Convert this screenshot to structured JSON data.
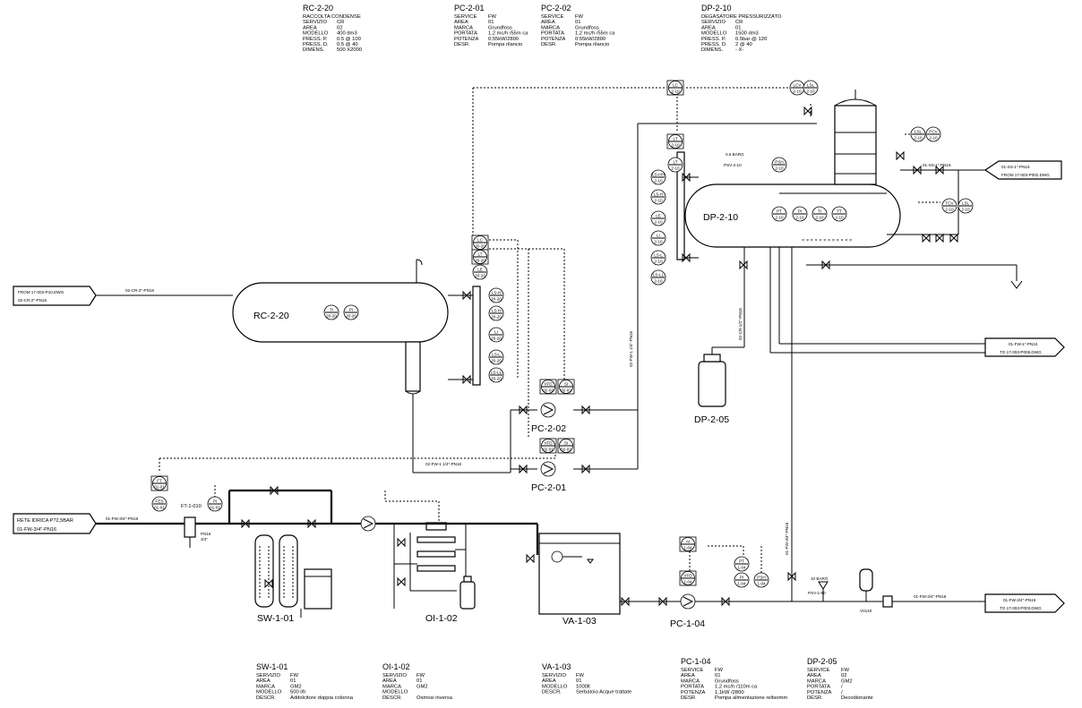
{
  "vessels": {
    "rc220": "RC-2-20",
    "dp210": "DP-2-10",
    "dp205": "DP-2-05",
    "sw101": "SW-1-01",
    "oi102": "OI-1-02",
    "va103": "VA-1-03",
    "pc202": "PC-2-02",
    "pc201": "PC-2-01",
    "pc104": "PC-1-04"
  },
  "instruments": {
    "rc_ti": [
      "TI",
      "20-20"
    ],
    "rc_pi": [
      "PI",
      "20-20"
    ],
    "rc_lc": [
      "LC",
      "20-20"
    ],
    "rc_lt": [
      "LT",
      "20-20"
    ],
    "rc_le": [
      "LE",
      "20-20"
    ],
    "rc_ls1": [
      "LS-H",
      "20-20"
    ],
    "rc_ls2": [
      "LS-H",
      "20-20"
    ],
    "rc_li": [
      "LI",
      "20-20"
    ],
    "rc_ls3": [
      "LS-L",
      "20-20"
    ],
    "rc_ls4": [
      "LS-LL",
      "20-20"
    ],
    "dp_lc": [
      "LC",
      "2-10"
    ],
    "dp_lt": [
      "LT",
      "2-10"
    ],
    "dp_lt2": [
      "LT",
      "2-10"
    ],
    "dp_le": [
      "LE",
      "2-10"
    ],
    "dp_lshh": [
      "LS-HH",
      "2-10"
    ],
    "dp_lsh": [
      "LS-H",
      "2-10"
    ],
    "dp_li": [
      "LI",
      "2-10"
    ],
    "dp_lsl": [
      "LS-L",
      "2-10"
    ],
    "dp_lsll": [
      "LS-LL",
      "2-10"
    ],
    "dp_lcv": [
      "LCV",
      "2-10"
    ],
    "dp_lsl2": [
      "LSL",
      "2-10"
    ],
    "dp_pcv": [
      "PCV",
      "2-10"
    ],
    "dp_lsl3": [
      "LSL",
      "2-10"
    ],
    "dp_psh": [
      "PSH",
      "2-10"
    ],
    "dp_pt": [
      "PT",
      "2-10"
    ],
    "dp_pi": [
      "PI",
      "2-10"
    ],
    "dp_ti": [
      "TI",
      "2-10"
    ],
    "dp_tt": [
      "TT",
      "2-10"
    ],
    "dp_tcv": [
      "TCV",
      "2-10"
    ],
    "dp_lsl4": [
      "LSL",
      "2-10"
    ],
    "pc202_vfd": [
      "VFD",
      "02-02"
    ],
    "pc202_si": [
      "SI",
      "02-02"
    ],
    "pc201_vfd": [
      "VFD",
      "02-01"
    ],
    "pc201_si": [
      "SI",
      "02-01"
    ],
    "sw_ft": [
      "FT",
      "01-01"
    ],
    "sw_fes": [
      "FES",
      "01-01"
    ],
    "sw_pi": [
      "PI",
      "01-01"
    ],
    "pc104_vfd": [
      "VFD",
      "1-04"
    ],
    "pc104_ai": [
      "AI",
      "1-04"
    ],
    "pc104_pt": [
      "PT",
      "1-04"
    ],
    "pc104_pi": [
      "PI",
      "1-04"
    ],
    "pc104_psh": [
      "PSH",
      "1-04"
    ]
  },
  "labels": {
    "ft010": "FT-1-010",
    "pn16": "PN16",
    "size34": "3/4\"",
    "psv": "PSV-1-50",
    "setp": "10 BARG",
    "psv2": "PSV-2-10",
    "setp2": "0.5 BARG",
    "v0140": "V0140"
  },
  "lines": {
    "rc_in": "02-CR-2\"-PN16",
    "pc_suction": "02-FW-1 1/4\"-PN16",
    "pc_disch": "02-FW-1 1/4\"-PN16",
    "dp_drain": "02-CR-1/2\"-PN16",
    "supply": "01-FW-3/4\"-PN16",
    "feed_vert": "01-FW-3/4\"-PN16",
    "out_main": "01-FW-3/4\"-PN16",
    "steam": "01-SS-1\"-PN16"
  },
  "offsheet": {
    "from_rc": [
      "FROM 17-003-P10.DWG",
      "02-CR-2\"-PN16"
    ],
    "rete": [
      "RETE IDRICA P?2,5BAR",
      "01-FW-3/4\"-PN16"
    ],
    "steam": [
      "01-SS-1\"-PN16",
      "FROM 17-003-P002.DWG"
    ],
    "fw_out": [
      "01-FW-1\"-PN16",
      "TO 17-003-P006.DWG"
    ],
    "fw_main": [
      "01-FW-3/4\"-PN16",
      "TO 17-003-P003.DWG"
    ]
  },
  "datasheets": {
    "rc220": {
      "tag": "RC-2-20",
      "rows": [
        [
          "RACCOLTA CONDENSE",
          ""
        ],
        [
          "SERVIZIO",
          "CR"
        ],
        [
          "AREA",
          "02"
        ],
        [
          "MODELLO",
          "400 dm3"
        ],
        [
          "PRESS. P.",
          "0.5         @ 100"
        ],
        [
          "PRESS. D.",
          "0.5         @ 40"
        ],
        [
          "DIMENS.",
          "500    X2000"
        ]
      ]
    },
    "pc201": {
      "tag": "PC-2-01",
      "rows": [
        [
          "SERVICE",
          "FW"
        ],
        [
          "AREA",
          "01"
        ],
        [
          "MARCA",
          "Grundfoss"
        ],
        [
          "PORTATA",
          "1,2 mc/h   /55m ca"
        ],
        [
          "POTENZA",
          "0.55kW/2800"
        ],
        [
          "DESR.",
          "Pompa rilancio"
        ]
      ]
    },
    "pc202": {
      "tag": "PC-2-02",
      "rows": [
        [
          "SERVICE",
          "FW"
        ],
        [
          "AREA",
          "01"
        ],
        [
          "MARCA",
          "Grundfoss"
        ],
        [
          "PORTATA",
          "1,2 mc/h   /55m ca"
        ],
        [
          "POTENZA",
          "0.55kW/2800"
        ],
        [
          "DESR.",
          "Pompa rilancio"
        ]
      ]
    },
    "dp210": {
      "tag": "DP-2-10",
      "rows": [
        [
          "DEGASATORE PRESSURIZZATO",
          ""
        ],
        [
          "SERVIZIO",
          "CR"
        ],
        [
          "AREA",
          "01"
        ],
        [
          "MODELLO",
          "1500 dm3"
        ],
        [
          "PRESS. P.",
          "0.5bar       @ 120"
        ],
        [
          "PRESS. D.",
          "2              @ 40"
        ],
        [
          "DIMENS.",
          "-      X-"
        ]
      ]
    },
    "sw101": {
      "tag": "SW-1-01",
      "rows": [
        [
          "SERVIZIO",
          "FW"
        ],
        [
          "AREA",
          "01"
        ],
        [
          "MARCA",
          "GM2"
        ],
        [
          "MODELLO",
          "500 l/h"
        ],
        [
          "DESCR.",
          "Addolcitore doppia colonna"
        ]
      ]
    },
    "oi102": {
      "tag": "OI-1-02",
      "rows": [
        [
          "SERVIZIO",
          "FW"
        ],
        [
          "AREA",
          "01"
        ],
        [
          "MARCA",
          "GM2"
        ],
        [
          "MODELLO",
          ""
        ],
        [
          "DESCR.",
          "Osmosi inversa"
        ]
      ]
    },
    "va103": {
      "tag": "VA-1-03",
      "rows": [
        [
          "SERVIZIO",
          "FW"
        ],
        [
          "AREA",
          "01"
        ],
        [
          "MODELLO",
          "1000lt"
        ],
        [
          "DESCR.",
          "Serbatoio Acque trattate"
        ]
      ]
    },
    "pc104": {
      "tag": "PC-1-04",
      "rows": [
        [
          "SERVICE",
          "FW"
        ],
        [
          "AREA",
          "01"
        ],
        [
          "MARCA",
          "Grundfoss"
        ],
        [
          "PORTATA",
          "1,2 mc/h   /110m ca"
        ],
        [
          "POTENZA",
          "1,1kW   /2800"
        ],
        [
          "DESR.",
          "Pompa alimentazione reltsomm"
        ]
      ]
    },
    "dp205": {
      "tag": "DP-2-05",
      "rows": [
        [
          "SERVICE",
          "FW"
        ],
        [
          "AREA",
          "02"
        ],
        [
          "MARCA",
          "GM2"
        ],
        [
          "PORTATA",
          "             /"
        ],
        [
          "POTENZA",
          "             /"
        ],
        [
          "DESR.",
          "Decodionante"
        ]
      ]
    }
  }
}
